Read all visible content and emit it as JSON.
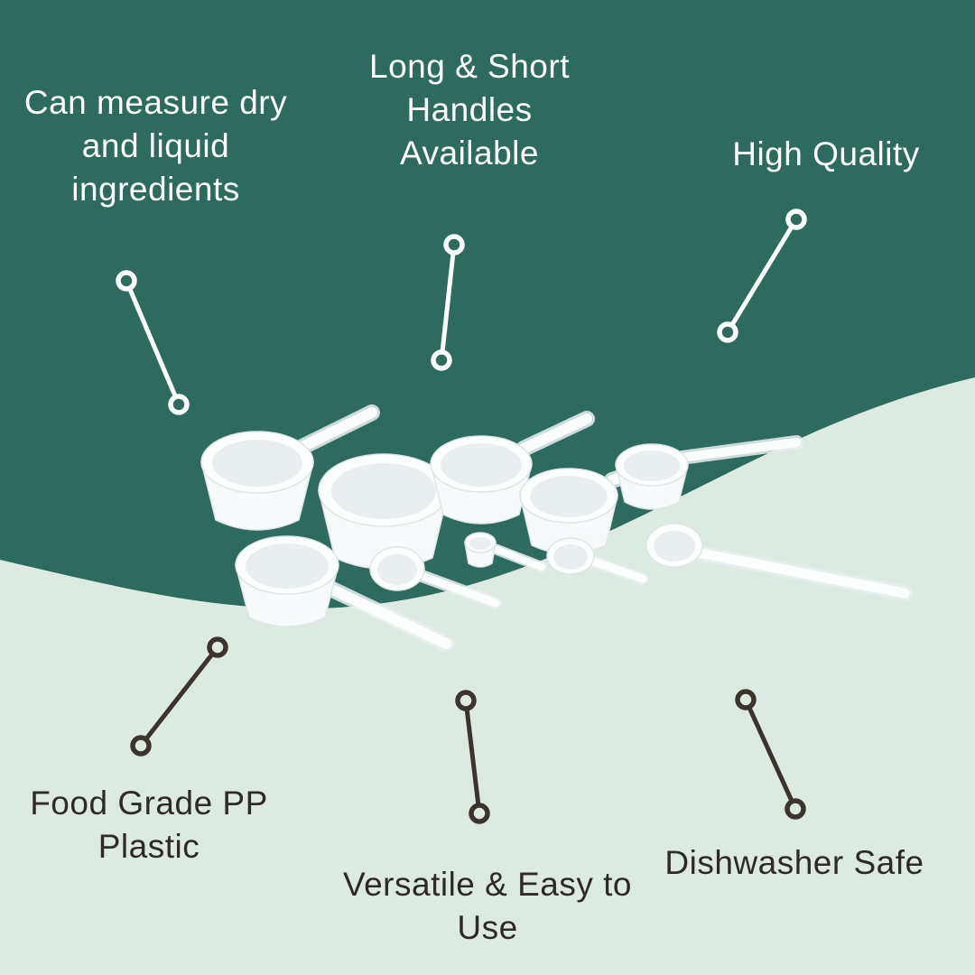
{
  "colors": {
    "background_top": "#2E6B5F",
    "background_bottom": "#DCEAE2",
    "text_on_dark": "#FFFFFF",
    "text_on_light": "#2F2A26",
    "connector_on_dark": "#FFFFFF",
    "connector_on_light": "#3B332C"
  },
  "product_image": {
    "description": "Set of white translucent plastic measuring scoops and spoons with long and short handles"
  },
  "callouts": [
    {
      "id": "measure-dry-liquid",
      "label": "Can measure dry and liquid ingredients",
      "region": "top-left"
    },
    {
      "id": "handles-available",
      "label": "Long & Short Handles Available",
      "region": "top-center"
    },
    {
      "id": "high-quality",
      "label": "High Quality",
      "region": "top-right"
    },
    {
      "id": "food-grade-plastic",
      "label": "Food Grade PP Plastic",
      "region": "bottom-left"
    },
    {
      "id": "versatile-easy",
      "label": "Versatile & Easy to Use",
      "region": "bottom-center"
    },
    {
      "id": "dishwasher-safe",
      "label": "Dishwasher Safe",
      "region": "bottom-right"
    }
  ]
}
